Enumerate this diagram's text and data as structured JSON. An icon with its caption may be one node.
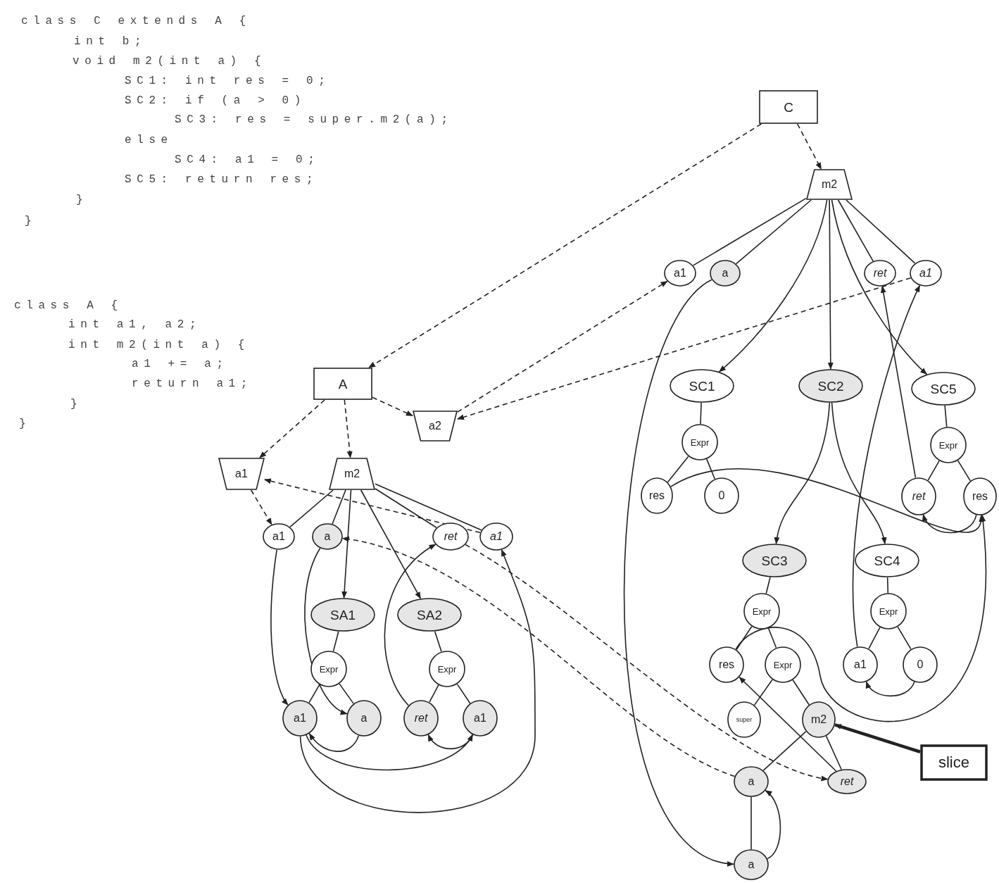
{
  "diagram": {
    "nodes": [
      {
        "text": [
          "C"
        ]
      },
      {
        "text": [
          "m2"
        ]
      },
      {
        "text": [
          "a1"
        ]
      },
      {
        "text": [
          "a"
        ]
      },
      {
        "text": [
          "ret"
        ]
      },
      {
        "text": [
          "a1"
        ]
      },
      {
        "text": [
          "SC1"
        ]
      },
      {
        "text": [
          "SC2"
        ]
      },
      {
        "text": [
          "SC5"
        ]
      },
      {
        "text": [
          "Expr"
        ]
      },
      {
        "text": [
          "res"
        ]
      },
      {
        "text": [
          "0"
        ]
      },
      {
        "text": [
          "Expr"
        ]
      },
      {
        "text": [
          "ret"
        ]
      },
      {
        "text": [
          "res"
        ]
      },
      {
        "text": [
          "SC3"
        ]
      },
      {
        "text": [
          "SC4"
        ]
      },
      {
        "text": [
          "Expr"
        ]
      },
      {
        "text": [
          "Expr"
        ]
      },
      {
        "text": [
          "res"
        ]
      },
      {
        "text": [
          "Expr"
        ]
      },
      {
        "text": [
          "a1"
        ]
      },
      {
        "text": [
          "0"
        ]
      },
      {
        "text": [
          "super"
        ]
      },
      {
        "text": [
          "m2"
        ]
      },
      {
        "text": [
          "slice"
        ]
      },
      {
        "text": [
          "ret"
        ]
      },
      {
        "text": [
          "a"
        ]
      },
      {
        "text": [
          "a"
        ]
      },
      {
        "text": [
          "A"
        ]
      },
      {
        "text": [
          "a2"
        ]
      },
      {
        "text": [
          "a1"
        ]
      },
      {
        "text": [
          "m2"
        ]
      },
      {
        "text": [
          "a1"
        ]
      },
      {
        "text": [
          "a"
        ]
      },
      {
        "text": [
          "ret"
        ]
      },
      {
        "text": [
          "a1"
        ]
      },
      {
        "text": [
          "SA1"
        ]
      },
      {
        "text": [
          "SA2"
        ]
      },
      {
        "text": [
          "Expr"
        ]
      },
      {
        "text": [
          "Expr"
        ]
      },
      {
        "text": [
          "a1"
        ]
      },
      {
        "text": [
          "a"
        ]
      },
      {
        "text": [
          "ret"
        ]
      },
      {
        "text": [
          "a1"
        ]
      }
    ],
    "edges": [
      {
        "from": 0,
        "to": 29,
        "arrow": "to",
        "style": "dashed"
      },
      {
        "from": 0,
        "to": 1,
        "arrow": "to",
        "style": "dashed"
      },
      {
        "from": 29,
        "to": 31,
        "arrow": "to",
        "style": "dashed"
      },
      {
        "from": 29,
        "to": 32,
        "arrow": "to",
        "style": "dashed"
      },
      {
        "from": 29,
        "to": 30,
        "arrow": "to",
        "style": "dashed"
      },
      {
        "from": 30,
        "to": 2,
        "arrow": "to",
        "style": "dashed"
      },
      {
        "from": 5,
        "to": 30,
        "arrow": "to",
        "style": "dashed"
      },
      {
        "from": 31,
        "to": 33,
        "arrow": "to",
        "style": "dashed"
      },
      {
        "from": 36,
        "to": 31,
        "arrow": "to",
        "style": "dashed"
      },
      {
        "from": 27,
        "to": 34,
        "arrow": "to",
        "style": "dashed"
      },
      {
        "from": 35,
        "to": 26,
        "arrow": "to",
        "style": "dashed"
      },
      {
        "from": 1,
        "to": 2,
        "arrow": "none"
      },
      {
        "from": 1,
        "to": 3,
        "arrow": "none"
      },
      {
        "from": 1,
        "to": 6,
        "arrow": "to"
      },
      {
        "from": 1,
        "to": 7,
        "arrow": "to"
      },
      {
        "from": 1,
        "to": 8,
        "arrow": "to"
      },
      {
        "from": 1,
        "to": 4,
        "arrow": "none"
      },
      {
        "from": 1,
        "to": 5,
        "arrow": "none"
      },
      {
        "from": 6,
        "to": 9,
        "arrow": "none"
      },
      {
        "from": 9,
        "to": 10,
        "arrow": "none"
      },
      {
        "from": 9,
        "to": 11,
        "arrow": "none"
      },
      {
        "from": 8,
        "to": 12,
        "arrow": "none"
      },
      {
        "from": 12,
        "to": 13,
        "arrow": "none"
      },
      {
        "from": 12,
        "to": 14,
        "arrow": "none"
      },
      {
        "from": 7,
        "to": 15,
        "arrow": "to"
      },
      {
        "from": 7,
        "to": 16,
        "arrow": "to"
      },
      {
        "from": 15,
        "to": 17,
        "arrow": "none"
      },
      {
        "from": 16,
        "to": 18,
        "arrow": "none"
      },
      {
        "from": 17,
        "to": 19,
        "arrow": "none"
      },
      {
        "from": 17,
        "to": 20,
        "arrow": "none"
      },
      {
        "from": 18,
        "to": 21,
        "arrow": "none"
      },
      {
        "from": 18,
        "to": 22,
        "arrow": "none"
      },
      {
        "from": 20,
        "to": 23,
        "arrow": "none"
      },
      {
        "from": 20,
        "to": 24,
        "arrow": "none"
      },
      {
        "from": 24,
        "to": 27,
        "arrow": "none"
      },
      {
        "from": 24,
        "to": 26,
        "arrow": "none"
      },
      {
        "from": 27,
        "to": 28,
        "arrow": "none"
      },
      {
        "from": 3,
        "to": 28,
        "arrow": "to"
      },
      {
        "from": 28,
        "to": 27,
        "arrow": "to"
      },
      {
        "from": 13,
        "to": 4,
        "arrow": "to"
      },
      {
        "from": 21,
        "to": 5,
        "arrow": "to"
      },
      {
        "from": 14,
        "to": 13,
        "arrow": "to"
      },
      {
        "from": 22,
        "to": 21,
        "arrow": "to"
      },
      {
        "from": 10,
        "to": 14,
        "arrow": "to"
      },
      {
        "from": 19,
        "to": 14,
        "arrow": "to"
      },
      {
        "from": 26,
        "to": 19,
        "arrow": "to"
      },
      {
        "from": 25,
        "to": 24,
        "arrow": "to",
        "style": "thick"
      },
      {
        "from": 32,
        "to": 33,
        "arrow": "none"
      },
      {
        "from": 32,
        "to": 34,
        "arrow": "none"
      },
      {
        "from": 32,
        "to": 37,
        "arrow": "to"
      },
      {
        "from": 32,
        "to": 38,
        "arrow": "to"
      },
      {
        "from": 32,
        "to": 35,
        "arrow": "none"
      },
      {
        "from": 32,
        "to": 36,
        "arrow": "none"
      },
      {
        "from": 37,
        "to": 39,
        "arrow": "none"
      },
      {
        "from": 39,
        "to": 41,
        "arrow": "none"
      },
      {
        "from": 39,
        "to": 42,
        "arrow": "none"
      },
      {
        "from": 38,
        "to": 40,
        "arrow": "none"
      },
      {
        "from": 40,
        "to": 43,
        "arrow": "none"
      },
      {
        "from": 40,
        "to": 44,
        "arrow": "none"
      },
      {
        "from": 33,
        "to": 41,
        "arrow": "to"
      },
      {
        "from": 34,
        "to": 42,
        "arrow": "to"
      },
      {
        "from": 43,
        "to": 35,
        "arrow": "to"
      },
      {
        "from": 44,
        "to": 43,
        "arrow": "to"
      },
      {
        "from": 42,
        "to": 41,
        "arrow": "to"
      },
      {
        "from": 41,
        "to": 44,
        "arrow": "to"
      },
      {
        "from": 41,
        "to": 36,
        "arrow": "to"
      }
    ],
    "labels": [
      "class C extends A {",
      "int b;",
      "void m2(int a) {",
      "SC1: int res = 0;",
      "SC2: if (a > 0)",
      "SC3: res = super.m2(a);",
      "else",
      "SC4: a1 = 0;",
      "SC5: return res;",
      "}",
      "}",
      "class A {",
      "int a1, a2;",
      "int m2(int a) {",
      "a1 += a;",
      "return a1;",
      "}",
      "}"
    ]
  }
}
